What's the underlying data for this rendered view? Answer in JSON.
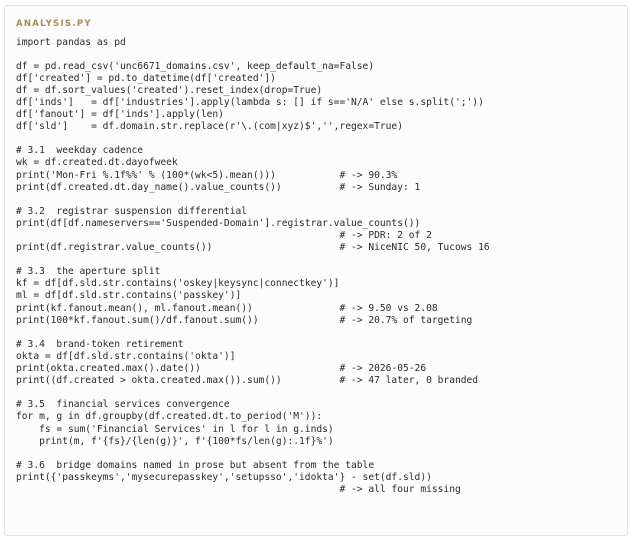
{
  "file_title": "ANALYSIS.PY",
  "lines": [
    "import pandas as pd",
    "",
    "df = pd.read_csv('unc6671_domains.csv', keep_default_na=False)",
    "df['created'] = pd.to_datetime(df['created'])",
    "df = df.sort_values('created').reset_index(drop=True)",
    "df['inds']   = df['industries'].apply(lambda s: [] if s=='N/A' else s.split(';'))",
    "df['fanout'] = df['inds'].apply(len)",
    "df['sld']    = df.domain.str.replace(r'\\.(com|xyz)$','',regex=True)",
    "",
    "# 3.1  weekday cadence",
    "wk = df.created.dt.dayofweek",
    "print('Mon-Fri %.1f%%' % (100*(wk<5).mean()))           # -> 90.3%",
    "print(df.created.dt.day_name().value_counts())          # -> Sunday: 1",
    "",
    "# 3.2  registrar suspension differential",
    "print(df[df.nameservers=='Suspended-Domain'].registrar.value_counts())",
    "                                                        # -> PDR: 2 of 2",
    "print(df.registrar.value_counts())                      # -> NiceNIC 50, Tucows 16",
    "",
    "# 3.3  the aperture split",
    "kf = df[df.sld.str.contains('oskey|keysync|connectkey')]",
    "ml = df[df.sld.str.contains('passkey')]",
    "print(kf.fanout.mean(), ml.fanout.mean())               # -> 9.50 vs 2.08",
    "print(100*kf.fanout.sum()/df.fanout.sum())              # -> 20.7% of targeting",
    "",
    "# 3.4  brand-token retirement",
    "okta = df[df.sld.str.contains('okta')]",
    "print(okta.created.max().date())                        # -> 2026-05-26",
    "print((df.created > okta.created.max()).sum())          # -> 47 later, 0 branded",
    "",
    "# 3.5  financial services convergence",
    "for m, g in df.groupby(df.created.dt.to_period('M')):",
    "    fs = sum('Financial Services' in l for l in g.inds)",
    "    print(m, f'{fs}/{len(g)}', f'{100*fs/len(g):.1f}%')",
    "",
    "# 3.6  bridge domains named in prose but absent from the table",
    "print({'passkeyms','mysecurepasskey','setupsso','idokta'} - set(df.sld))",
    "                                                        # -> all four missing"
  ]
}
